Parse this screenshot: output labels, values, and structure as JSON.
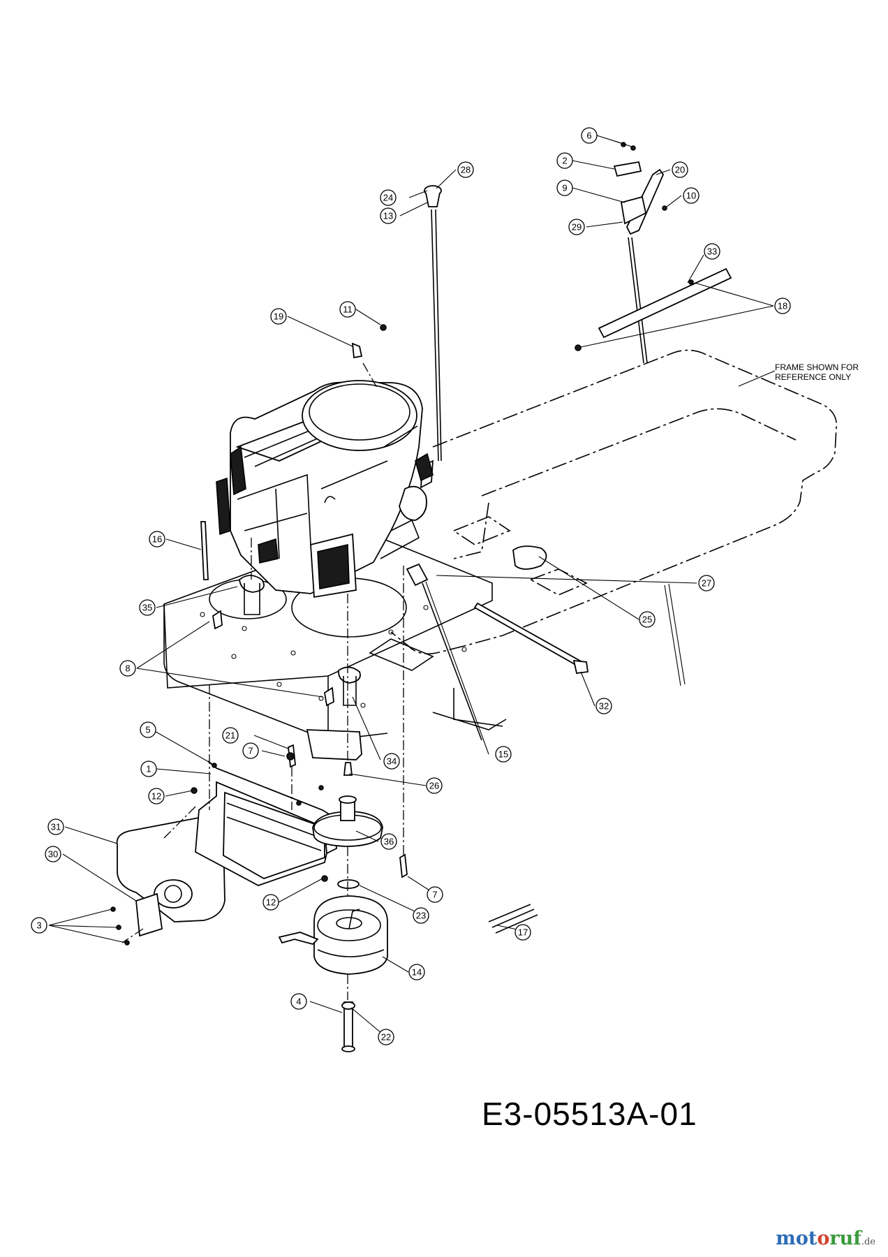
{
  "drawing_number": "E3-05513A-01",
  "frame_note": {
    "line1": "FRAME SHOWN FOR",
    "line2": "REFERENCE ONLY"
  },
  "watermark": {
    "part1": "mot",
    "part2": "o",
    "part3": "ruf",
    "part4": ".de"
  },
  "callouts": {
    "c1": "1",
    "c2": "2",
    "c3": "3",
    "c4": "4",
    "c5": "5",
    "c6": "6",
    "c7a": "7",
    "c7b": "7",
    "c8": "8",
    "c9": "9",
    "c10": "10",
    "c11": "11",
    "c12a": "12",
    "c12b": "12",
    "c13": "13",
    "c14": "14",
    "c15": "15",
    "c16": "16",
    "c17": "17",
    "c18": "18",
    "c19": "19",
    "c20": "20",
    "c21": "21",
    "c22": "22",
    "c23": "23",
    "c24": "24",
    "c25": "25",
    "c26": "26",
    "c27": "27",
    "c28": "28",
    "c29": "29",
    "c30": "30",
    "c31": "31",
    "c32": "32",
    "c33": "33",
    "c34": "34",
    "c35": "35",
    "c36": "36"
  }
}
